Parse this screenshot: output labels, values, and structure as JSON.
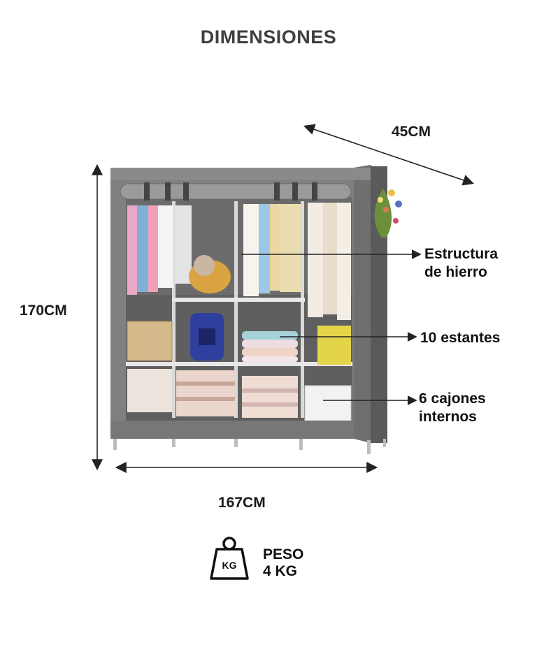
{
  "title": "DIMENSIONES",
  "dimensions": {
    "depth": "45CM",
    "height": "170CM",
    "width": "167CM"
  },
  "features": [
    {
      "line1": "Estructura",
      "line2": "de hierro"
    },
    {
      "line1": "10 estantes",
      "line2": ""
    },
    {
      "line1": "6 cajones",
      "line2": "internos"
    }
  ],
  "weight": {
    "icon_label": "KG",
    "label": "PESO",
    "value": "4 KG"
  },
  "colors": {
    "frame": "#7a7a7a",
    "interior": "#5e5e5e",
    "text": "#1a1a1a"
  }
}
